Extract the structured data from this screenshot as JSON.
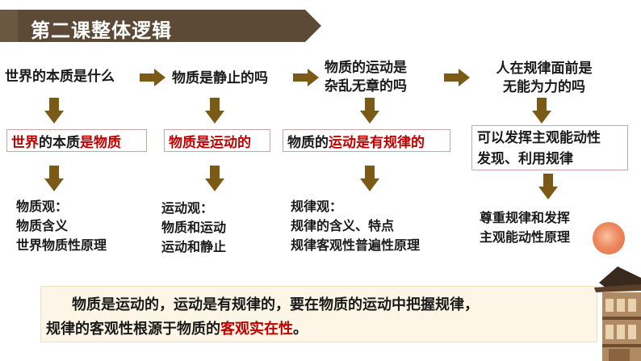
{
  "header": {
    "title": "第二课整体逻辑"
  },
  "questions": [
    {
      "lines": [
        "世界的本质是什么"
      ]
    },
    {
      "lines": [
        "物质是静止的吗"
      ]
    },
    {
      "lines": [
        "物质的运动是",
        "杂乱无章的吗"
      ]
    },
    {
      "lines": [
        "人在规律面前是",
        "无能为力的吗"
      ]
    }
  ],
  "answers": [
    {
      "part1": "世界",
      "part2": "的本质",
      "part3": "是物质"
    },
    {
      "text": "物质是运动的"
    },
    {
      "part1": "物质的",
      "part2": "运动是有规律的"
    },
    {
      "lines": [
        "可以发挥主观能动性",
        "发现、利用规律"
      ]
    }
  ],
  "concepts": [
    {
      "lines": [
        "物质观：",
        "物质含义",
        "世界物质性原理"
      ]
    },
    {
      "lines": [
        "运动观：",
        "物质和运动",
        "运动和静止"
      ]
    },
    {
      "lines": [
        "规律观：",
        "规律的含义、特点",
        "规律客观性普遍性原理"
      ]
    },
    {
      "lines": [
        "尊重规律和发挥",
        "主观能动性原理"
      ]
    }
  ],
  "summary": {
    "line1": "物质是运动的，运动是有规律的，要在物质的运动中把握规律，",
    "line2_plain": "规律的客观性根源于物质的",
    "line2_highlight": "客观实在性",
    "line2_end": "。"
  },
  "colors": {
    "accent": "#7b5a16",
    "highlight": "#c00000",
    "title_bg": "#5c4a36"
  }
}
